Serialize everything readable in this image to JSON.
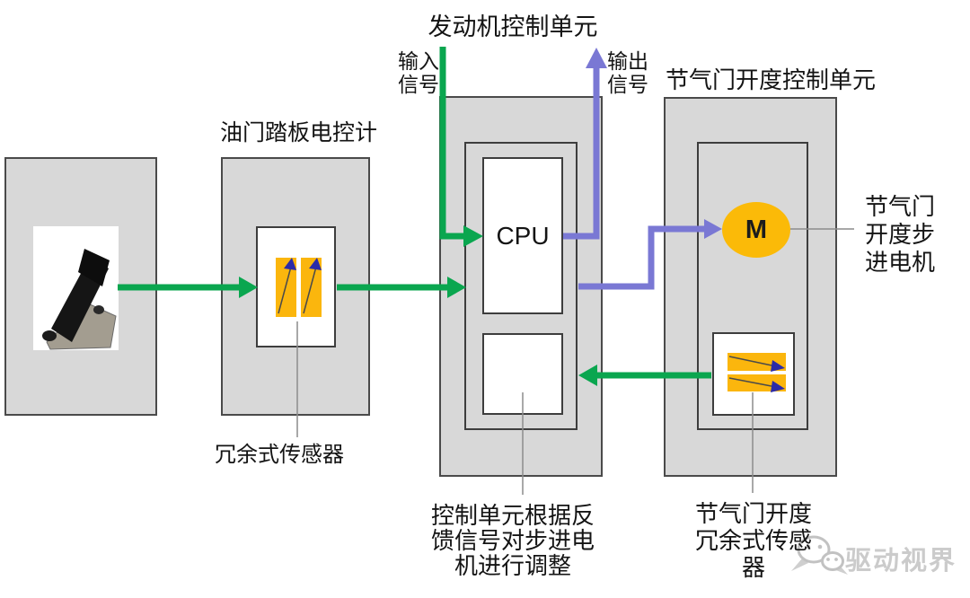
{
  "colors": {
    "signal_green": "#0aa64f",
    "signal_purple": "#7a78d4",
    "sensor_yellow": "#fbb60d",
    "motor_yellow": "#fbba08",
    "box_fill_gray": "#d8d8d8",
    "box_border_gray": "#4a4a4a",
    "sensor_arrow_navy": "#2b2ba8",
    "watermark_gray": "#c2c2c2"
  },
  "diagram": {
    "engine_unit_title": "发动机控制单元",
    "input_signal_label": [
      "输入",
      "信号"
    ],
    "output_signal_label": [
      "输出",
      "信号"
    ],
    "throttle_unit_title": "节气门开度控制单元",
    "pedal_unit_title": "油门踏板电控计",
    "cpu_label": "CPU",
    "motor_label": "M",
    "stepper_motor_label": [
      "节气门",
      "开度步",
      "进电机"
    ],
    "pedal_sensor_label": "冗余式传感器",
    "feedback_note": [
      "控制单元根据反",
      "馈信号对步进电",
      "机进行调整"
    ],
    "throttle_sensor_label": [
      "节气门开度",
      "冗余式传感",
      "器"
    ],
    "watermark": "驱动视界"
  }
}
